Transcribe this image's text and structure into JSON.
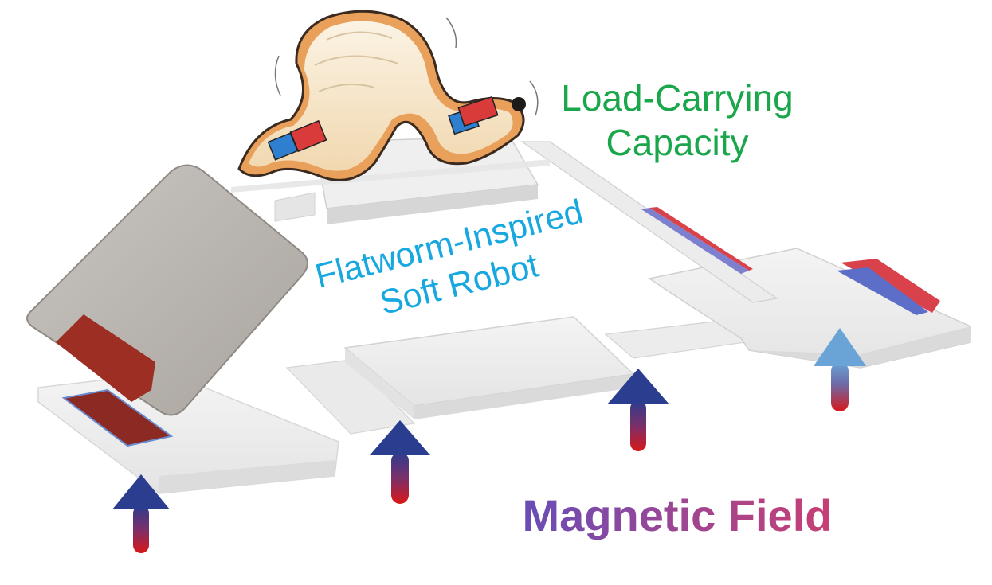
{
  "labels": {
    "load_line1": "Load-Carrying",
    "load_line2": "Capacity",
    "robot_line1": "Flatworm-Inspired",
    "robot_line2": "Soft Robot",
    "field": "Magnetic Field"
  },
  "colors": {
    "load_text": "#1aa64a",
    "robot_text": "#18a8e0",
    "field_gradient_start": "#5a4fc0",
    "field_gradient_end": "#d43d6b",
    "magnet_north": "#d93a3a",
    "magnet_south": "#2f7fd0",
    "plate_fill": "#eeeeee",
    "raised_plate_fill": "#b9b4ae",
    "arrow_top": "#2b3d8f",
    "arrow_bottom": "#d81818"
  },
  "icons": {
    "load": "larva-grub-icon",
    "field_arrow": "arrow-up-icon",
    "magnet": "bar-magnet-icon"
  }
}
